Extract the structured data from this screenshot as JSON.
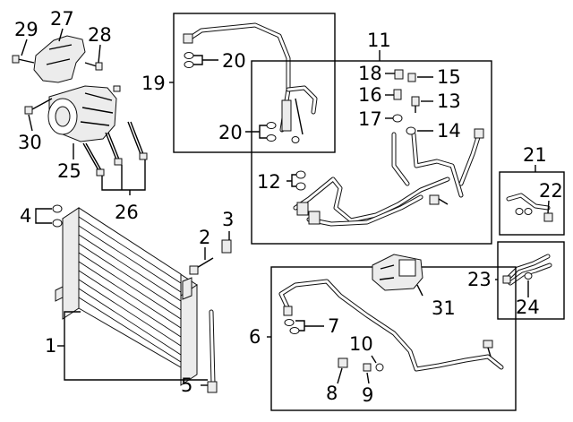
{
  "callouts": {
    "c1": "1",
    "c2": "2",
    "c3": "3",
    "c4": "4",
    "c5": "5",
    "c6": "6",
    "c7": "7",
    "c8": "8",
    "c9": "9",
    "c10": "10",
    "c11": "11",
    "c12": "12",
    "c13": "13",
    "c14": "14",
    "c15": "15",
    "c16": "16",
    "c17": "17",
    "c18": "18",
    "c19": "19",
    "c20a": "20",
    "c20b": "20",
    "c21": "21",
    "c22": "22",
    "c23": "23",
    "c24": "24",
    "c25": "25",
    "c26": "26",
    "c27": "27",
    "c28": "28",
    "c29": "29",
    "c30": "30",
    "c31": "31"
  }
}
